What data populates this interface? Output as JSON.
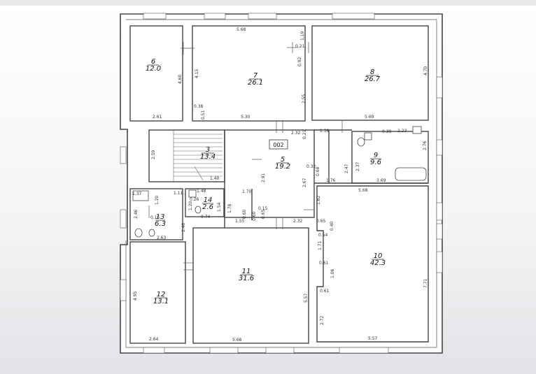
{
  "plan": {
    "label": "002",
    "rooms": [
      {
        "num": "6",
        "area": "12.0"
      },
      {
        "num": "7",
        "area": "26.1"
      },
      {
        "num": "8",
        "area": "26.7"
      },
      {
        "num": "3",
        "area": "13.4"
      },
      {
        "num": "5",
        "area": "19.2"
      },
      {
        "num": "9",
        "area": "9.6"
      },
      {
        "num": "14",
        "area": "2.6"
      },
      {
        "num": "13",
        "area": "6.3"
      },
      {
        "num": "10",
        "area": "42.3"
      },
      {
        "num": "11",
        "area": "31.6"
      },
      {
        "num": "12",
        "area": "13.1"
      }
    ],
    "dims": [
      "5.68",
      "0.21",
      "1.19",
      "0.92",
      "4.15",
      "4.60",
      "0.38",
      "0.51",
      "2.61",
      "5.30",
      "2.55",
      "4.70",
      "5.69",
      "2.32",
      "0.21",
      "1.38",
      "0.39",
      "2.23",
      "2.59",
      "1.40",
      "2.91",
      "0.32",
      "0.68",
      "2.47",
      "2.37",
      "2.76",
      "1.76",
      "3.69",
      "5.68",
      "1.37",
      "1.11",
      "1.48",
      "1.20",
      "0.26",
      "1.70",
      "2.67",
      "1.82",
      "1.20",
      "1.78",
      "2.46",
      "0.15",
      "0.74",
      "1.54",
      "0.60",
      "0.15",
      "0.65",
      "2.46",
      "2.63",
      "1.55",
      "0.60",
      "2.32",
      "0.65",
      "0.40",
      "0.54",
      "1.71",
      "0.61",
      "1.06",
      "0.61",
      "7.71",
      "4.95",
      "5.57",
      "2.72",
      "2.64",
      "5.68",
      "5.57"
    ]
  }
}
